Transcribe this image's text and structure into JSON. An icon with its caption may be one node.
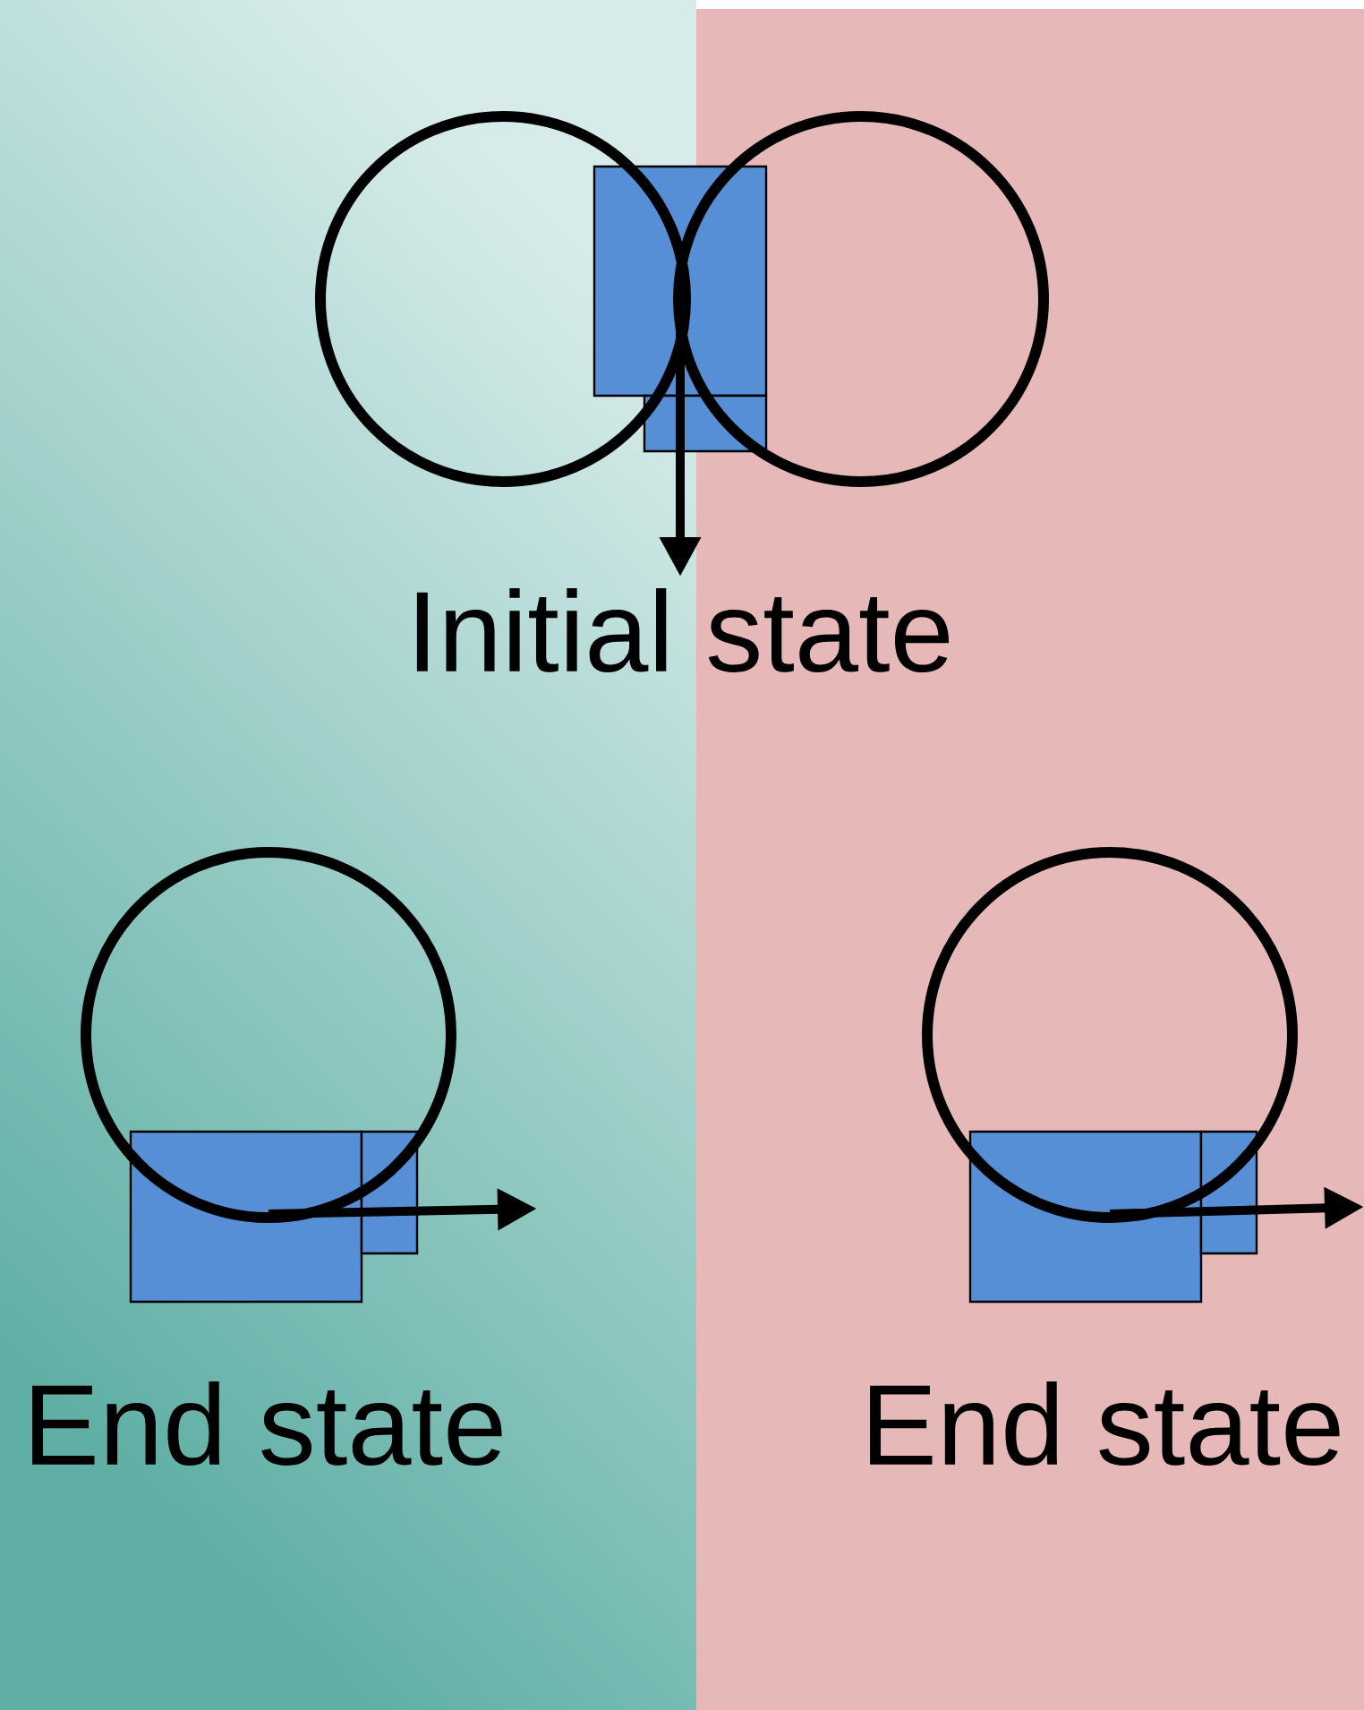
{
  "diagram": {
    "labels": [
      "Initial state",
      "End state",
      "End state"
    ]
  }
}
